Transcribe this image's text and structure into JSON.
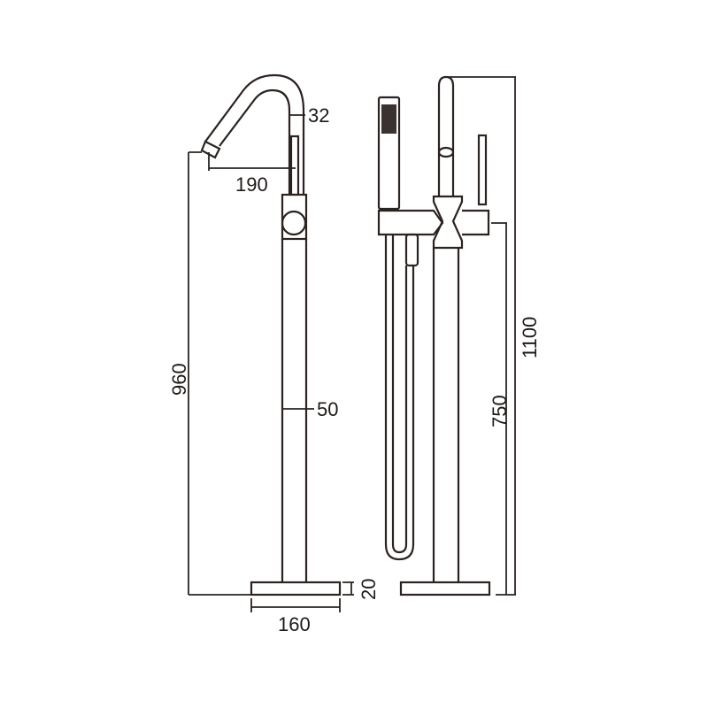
{
  "drawing": {
    "side_view": {
      "dimensions": {
        "pipe_diameter": "32",
        "spout_reach": "190",
        "spout_height": "960",
        "stem_diameter": "50",
        "base_thickness": "20",
        "base_diameter": "160"
      }
    },
    "front_view": {
      "dimensions": {
        "total_height": "1100",
        "body_height": "750"
      }
    },
    "colors": {
      "line": "#2b2320",
      "background": "#ffffff"
    }
  }
}
